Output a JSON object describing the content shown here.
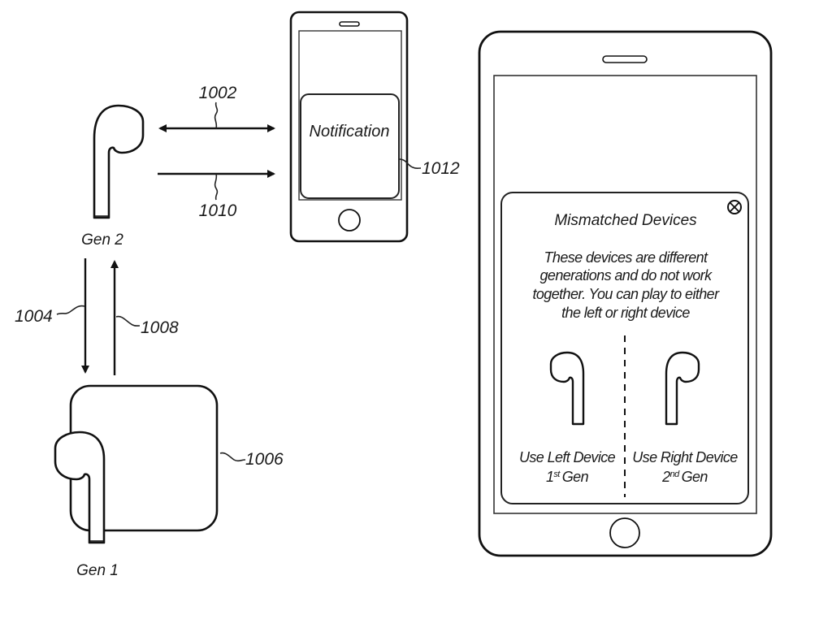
{
  "figure": {
    "left_group": {
      "earbud_top_label": "Gen 2",
      "earbud_bottom_label": "Gen 1",
      "refs": {
        "bidirectional_link": "1002",
        "downlink_to_case": "1004",
        "case": "1006",
        "uplink_from_case": "1008",
        "notify_link": "1010",
        "notification_screen": "1012"
      }
    },
    "small_phone": {
      "notification_text": "Notification"
    },
    "large_phone": {
      "dialog": {
        "title": "Mismatched Devices",
        "body_lines": [
          "These devices are different",
          "generations and do not work",
          "together. You can play to either",
          "the left or right device"
        ],
        "close_icon": "close-circle-x-icon",
        "left_option": {
          "label": "Use Left Device",
          "gen_number": "1",
          "gen_suffix": "st",
          "gen_word": "Gen"
        },
        "right_option": {
          "label": "Use Right Device",
          "gen_number": "2",
          "gen_suffix": "nd",
          "gen_word": "Gen"
        }
      }
    }
  }
}
